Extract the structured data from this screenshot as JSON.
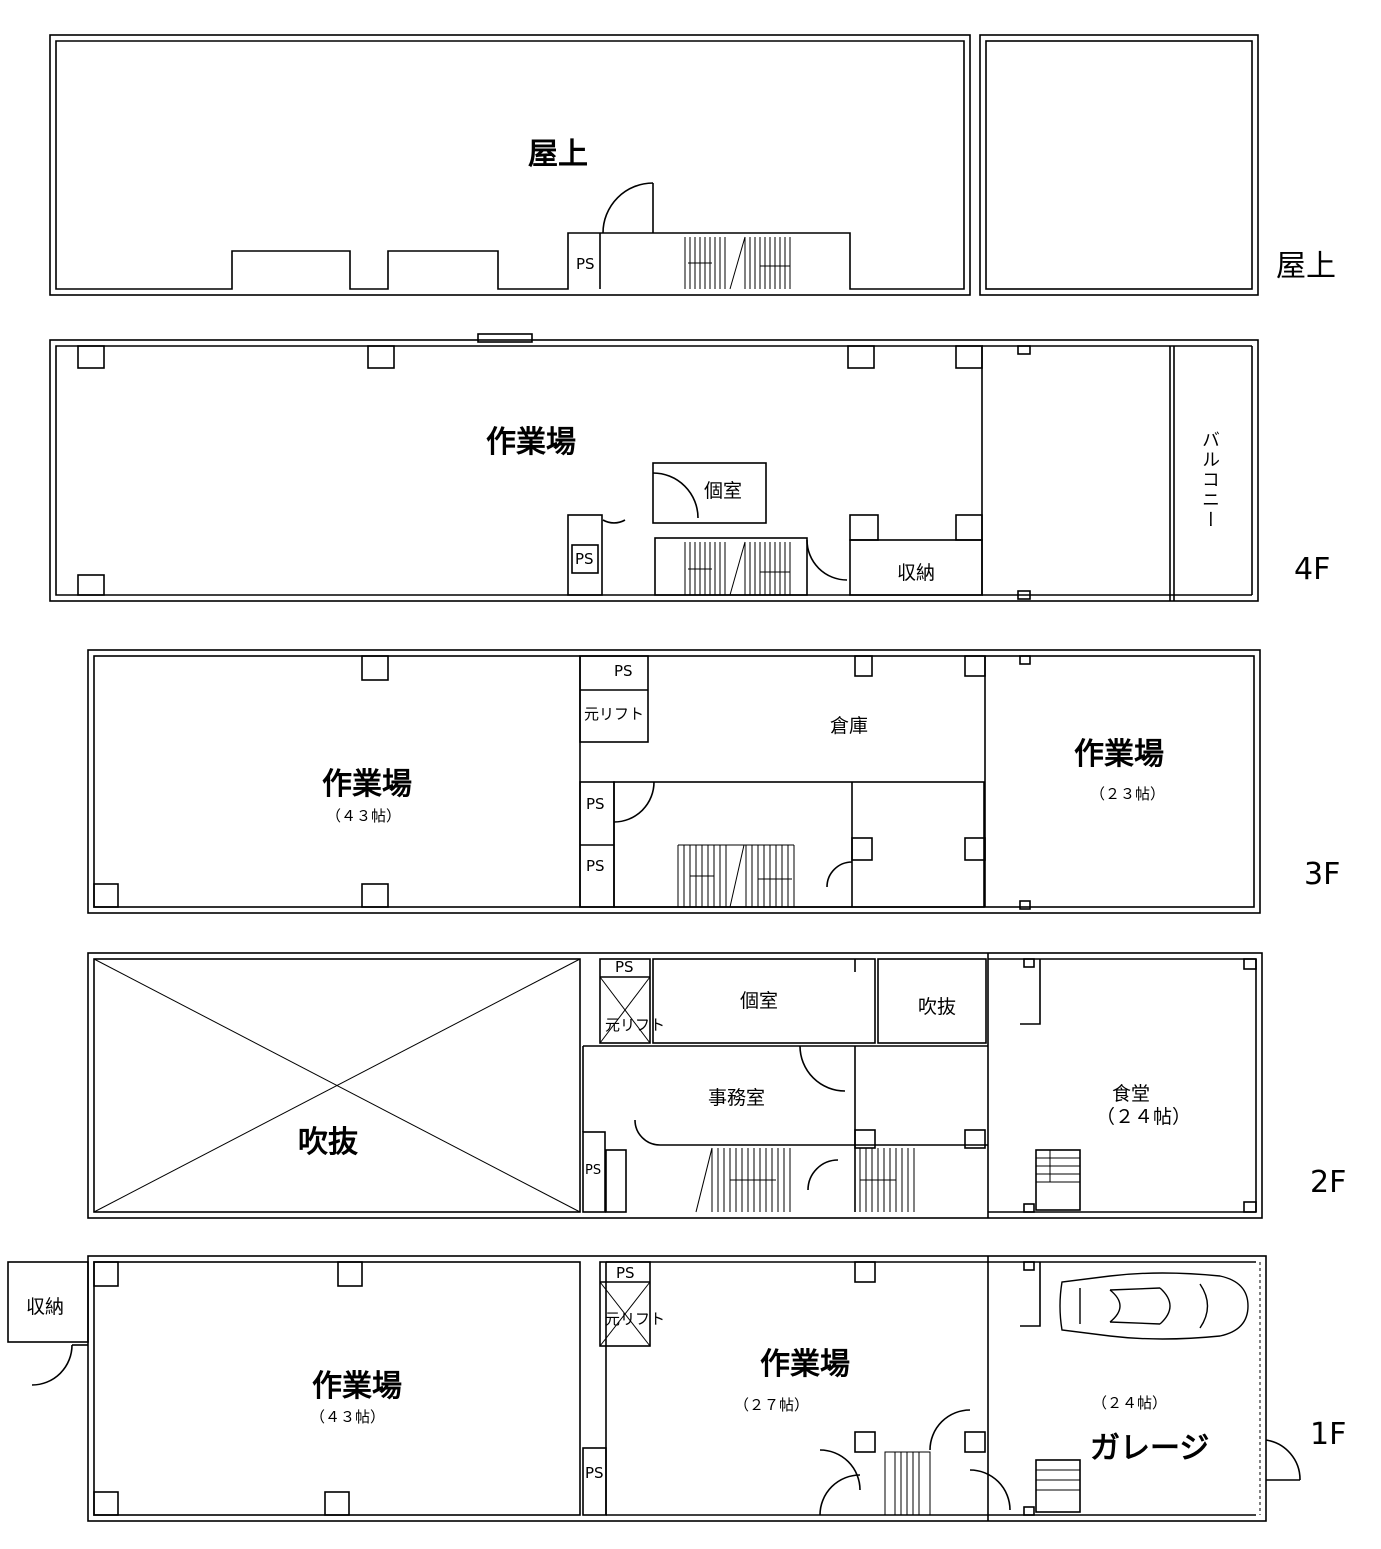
{
  "floors": {
    "roof": {
      "floor_label": "屋上",
      "area_label": "屋上",
      "ps": "PS"
    },
    "f4": {
      "floor_label": "4F",
      "workshop": "作業場",
      "private_room": "個室",
      "storage": "収納",
      "balcony": "バルコニー",
      "ps": "PS"
    },
    "f3": {
      "floor_label": "3F",
      "workshop_left": "作業場",
      "workshop_left_size": "（４３帖）",
      "warehouse": "倉庫",
      "former_lift": "元リフト",
      "workshop_right": "作業場",
      "workshop_right_size": "（２３帖）",
      "ps1": "PS",
      "ps2": "PS",
      "ps3": "PS"
    },
    "f2": {
      "floor_label": "2F",
      "void_large": "吹抜",
      "void_small": "吹抜",
      "private_room": "個室",
      "former_lift": "元リフト",
      "office": "事務室",
      "cafeteria": "食堂",
      "cafeteria_size": "（２４帖）",
      "ps1": "PS",
      "ps2": "PS"
    },
    "f1": {
      "floor_label": "1F",
      "storage": "収納",
      "workshop_left": "作業場",
      "workshop_left_size": "（４３帖）",
      "former_lift": "元リフト",
      "workshop_mid": "作業場",
      "workshop_mid_size": "（２７帖）",
      "garage": "ガレージ",
      "garage_size": "（２４帖）",
      "ps1": "PS",
      "ps2": "PS"
    }
  }
}
